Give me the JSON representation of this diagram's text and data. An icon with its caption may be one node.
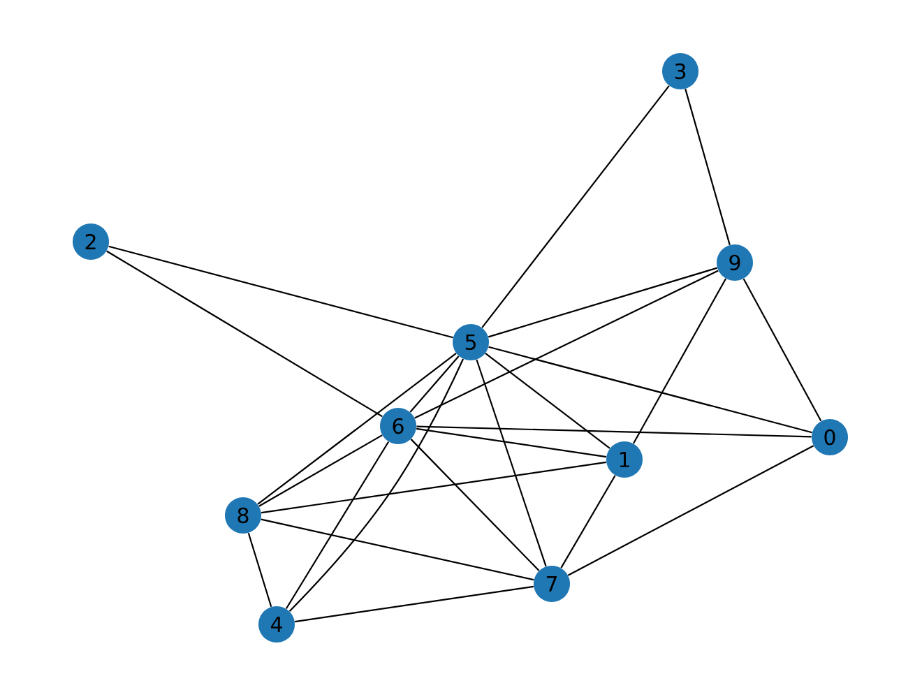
{
  "diagram": {
    "nodes": [
      {
        "text": [
          "3"
        ]
      },
      {
        "text": [
          "2"
        ]
      },
      {
        "text": [
          "9"
        ]
      },
      {
        "text": [
          "5"
        ]
      },
      {
        "text": [
          "6"
        ]
      },
      {
        "text": [
          "0"
        ]
      },
      {
        "text": [
          "1"
        ]
      },
      {
        "text": [
          "8"
        ]
      },
      {
        "text": [
          "7"
        ]
      },
      {
        "text": [
          "4"
        ]
      }
    ],
    "edges": [
      {
        "from": 0,
        "to": 3,
        "arrow": "none"
      },
      {
        "from": 0,
        "to": 2,
        "arrow": "none"
      },
      {
        "from": 1,
        "to": 3,
        "arrow": "none"
      },
      {
        "from": 1,
        "to": 4,
        "arrow": "none"
      },
      {
        "from": 2,
        "to": 3,
        "arrow": "none"
      },
      {
        "from": 2,
        "to": 4,
        "arrow": "none"
      },
      {
        "from": 2,
        "to": 5,
        "arrow": "none"
      },
      {
        "from": 2,
        "to": 6,
        "arrow": "none"
      },
      {
        "from": 3,
        "to": 5,
        "arrow": "none"
      },
      {
        "from": 3,
        "to": 6,
        "arrow": "none"
      },
      {
        "from": 3,
        "to": 8,
        "arrow": "none"
      },
      {
        "from": 3,
        "to": 7,
        "arrow": "none"
      },
      {
        "from": 3,
        "to": 9,
        "arrow": "none"
      },
      {
        "from": 3,
        "to": 4,
        "arrow": "none"
      },
      {
        "from": 4,
        "to": 5,
        "arrow": "none"
      },
      {
        "from": 4,
        "to": 6,
        "arrow": "none"
      },
      {
        "from": 4,
        "to": 8,
        "arrow": "none"
      },
      {
        "from": 4,
        "to": 7,
        "arrow": "none"
      },
      {
        "from": 4,
        "to": 9,
        "arrow": "none"
      },
      {
        "from": 7,
        "to": 6,
        "arrow": "none"
      },
      {
        "from": 7,
        "to": 8,
        "arrow": "none"
      },
      {
        "from": 7,
        "to": 9,
        "arrow": "none"
      },
      {
        "from": 9,
        "to": 8,
        "arrow": "none"
      },
      {
        "from": 8,
        "to": 6,
        "arrow": "none"
      },
      {
        "from": 8,
        "to": 5,
        "arrow": "none"
      }
    ]
  }
}
